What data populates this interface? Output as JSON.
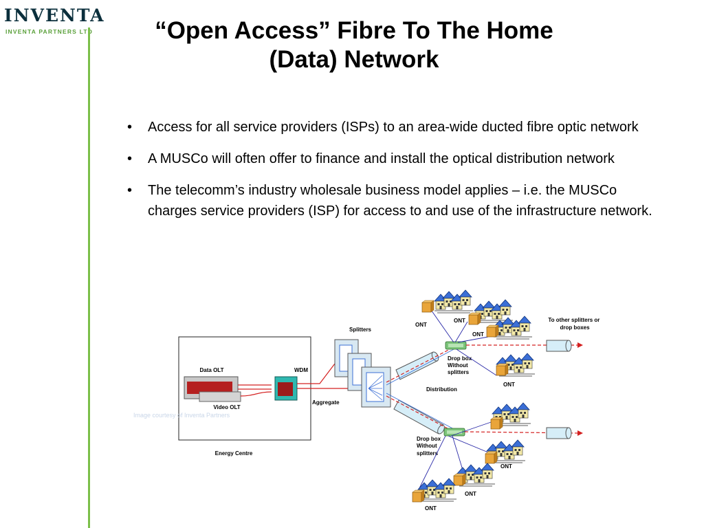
{
  "logo": {
    "word": "INVENTA",
    "subtitle": "INVENTA PARTNERS LTD"
  },
  "title": {
    "line1": "“Open Access” Fibre To The Home",
    "line2": "(Data) Network"
  },
  "bullets": [
    {
      "symbol": "•",
      "text": "Access for all service providers (ISPs) to an area-wide ducted fibre optic network"
    },
    {
      "symbol": "•",
      "text": "A MUSCo will often offer to finance and install the optical distribution network"
    },
    {
      "symbol": "•",
      "text": "The telecomm’s industry wholesale business model applies – i.e. the MUSCo charges service providers (ISP) for access to and use of the infrastructure network."
    }
  ],
  "diagram": {
    "data_olt": "Data OLT",
    "video_olt": "Video OLT",
    "wdm": "WDM",
    "energy_centre": "Energy Centre",
    "splitters": "Splitters",
    "aggregate": "Aggregate",
    "distribution": "Distribution",
    "drop_box_top": [
      "Drop box",
      "Without",
      "splitters"
    ],
    "drop_box_bottom": [
      "Drop box",
      "Without",
      "splitters"
    ],
    "to_other": [
      "To other splitters or",
      "drop boxes"
    ],
    "ont": "ONT",
    "caption": "Image courtesy of Inventa Partners"
  },
  "colors": {
    "brand_green": "#7cbf4a",
    "navy": "#0b2f3c",
    "fibre_red": "#d42020",
    "splitter_blue": "#3b6fd6"
  }
}
